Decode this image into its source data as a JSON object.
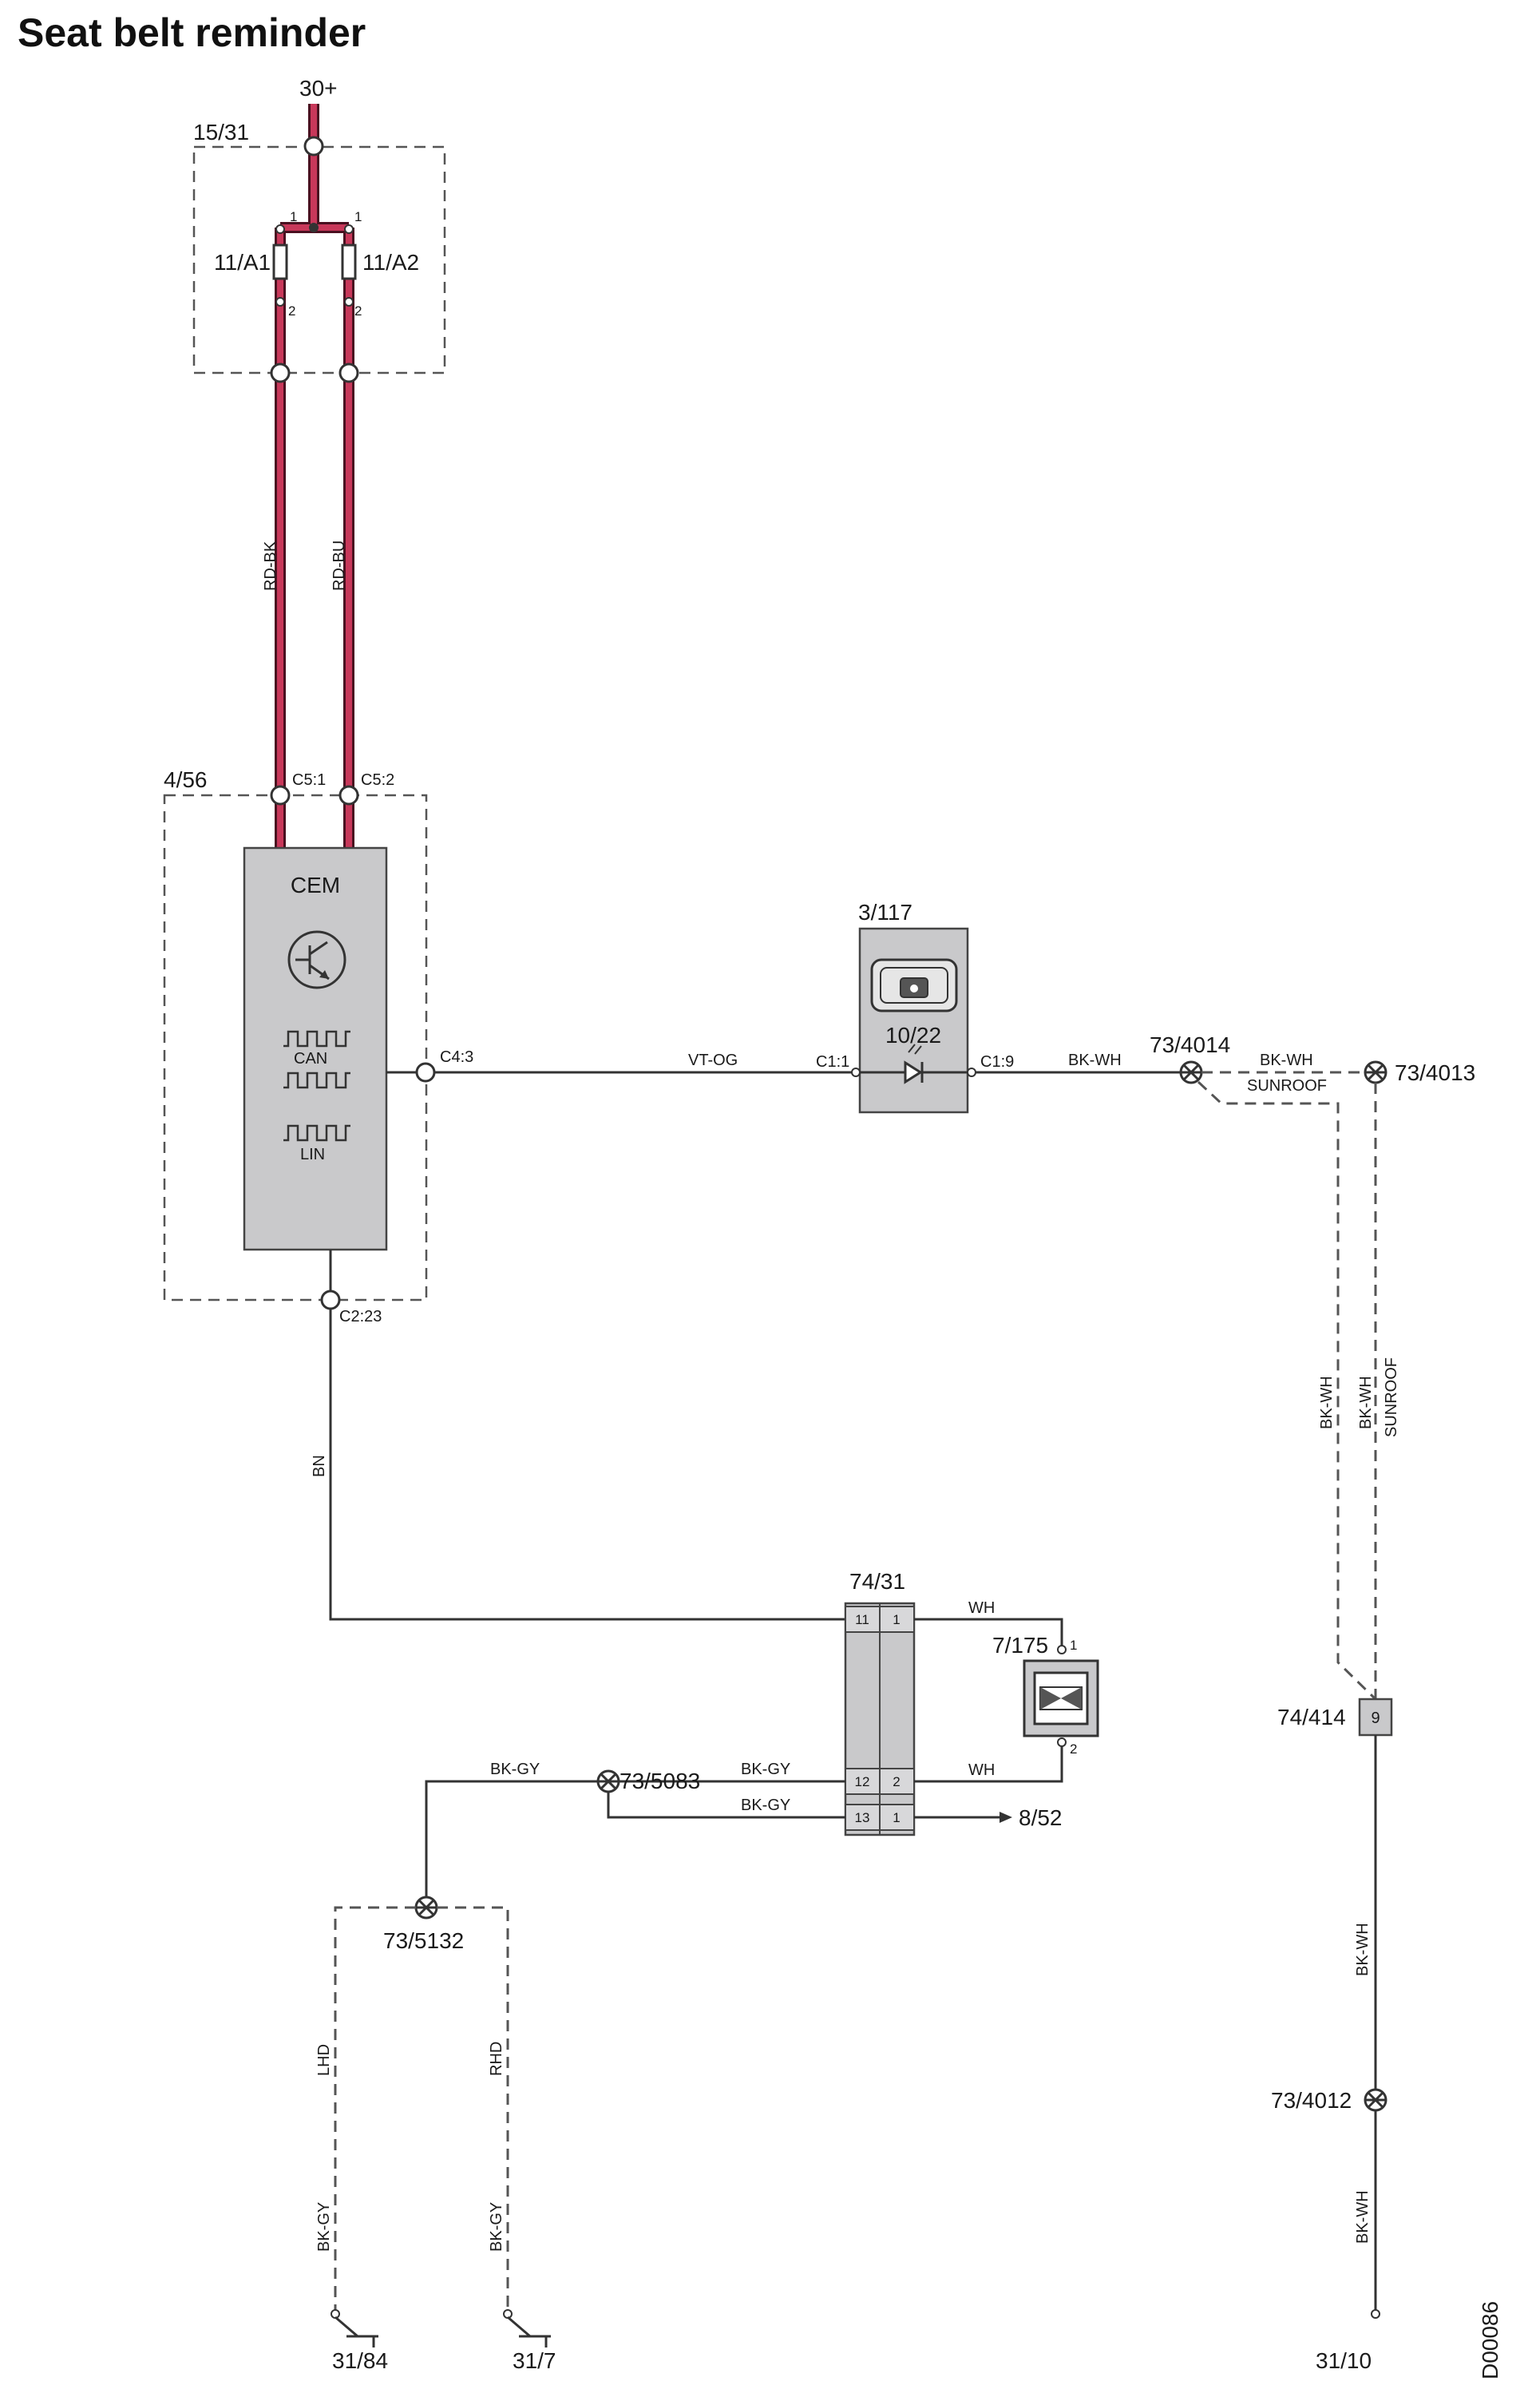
{
  "title": "Seat belt reminder",
  "code": "D00086",
  "power": {
    "supply": "30+",
    "fusebox": "15/31",
    "fuse_a": "11/A1",
    "fuse_b": "11/A2",
    "pin1": "1",
    "pin2": "2"
  },
  "cem": {
    "id": "4/56",
    "name": "CEM",
    "can": "CAN",
    "lin": "LIN",
    "c51": "C5:1",
    "c52": "C5:2",
    "c43": "C4:3",
    "c223": "C2:23"
  },
  "wires": {
    "rd_bk": "RD-BK",
    "rd_bu": "RD-BU",
    "vt_og": "VT-OG",
    "bk_wh": "BK-WH",
    "sunroof": "SUNROOF",
    "bn": "BN",
    "wh": "WH",
    "bk_gy": "BK-GY",
    "lhd": "LHD",
    "rhd": "RHD"
  },
  "lamp": {
    "id": "3/117",
    "ref": "10/22",
    "c11": "C1:1",
    "c19": "C1:9"
  },
  "splices": {
    "s4014": "73/4014",
    "s4013": "73/4013",
    "s5083": "73/5083",
    "s5132": "73/5132",
    "s4012": "73/4012"
  },
  "connector": {
    "id": "74/31",
    "pins": [
      [
        "11",
        "1"
      ],
      [
        "12",
        "2"
      ],
      [
        "13",
        "1"
      ]
    ]
  },
  "buckle": {
    "id": "7/175",
    "pin1": "1",
    "pin2": "2"
  },
  "conn414": {
    "id": "74/414",
    "pin": "9"
  },
  "target": "8/52",
  "grounds": {
    "g1": "31/84",
    "g2": "31/7",
    "g3": "31/10"
  }
}
